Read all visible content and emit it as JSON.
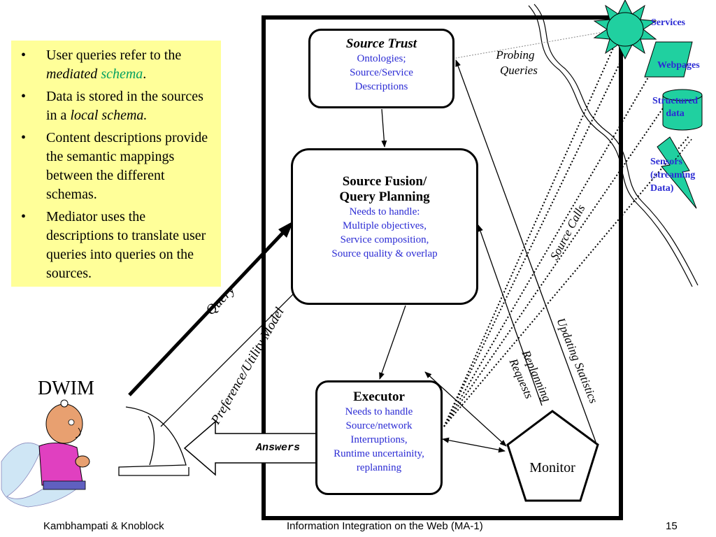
{
  "notes": {
    "b1_pre": "User queries refer to the",
    "b1_italic": "mediated",
    "b1_schema": "schema",
    "b1_post": ".",
    "b2_pre": "Data is stored in the sources in a",
    "b2_italic": "local schema.",
    "b3": "Content descriptions provide the semantic mappings between the different schemas.",
    "b4": "Mediator uses the descriptions to translate user queries into queries on the sources."
  },
  "source_trust": {
    "title": "Source Trust",
    "l1": "Ontologies;",
    "l2": "Source/Service",
    "l3": "Descriptions"
  },
  "fusion": {
    "title1": "Source Fusion/",
    "title2": "Query Planning",
    "l1": "Needs to handle:",
    "l2": "Multiple objectives,",
    "l3": "Service composition,",
    "l4": "Source quality & overlap"
  },
  "executor": {
    "title": "Executor",
    "l1": "Needs to handle",
    "l2": "Source/network",
    "l3": "Interruptions,",
    "l4": "Runtime uncertainity,",
    "l5": "replanning"
  },
  "monitor": {
    "label": "Monitor"
  },
  "labels": {
    "probing1": "Probing",
    "probing2": "Queries",
    "query": "Query",
    "preference": "Preference/Utility Model",
    "answers": "Answers",
    "replanning1": "Replanning",
    "replanning2": "Requests",
    "updating": "Updating Statistics",
    "source_calls": "Source Calls",
    "dwim": "DWIM"
  },
  "sources": {
    "services": "Services",
    "webpages": "Webpages",
    "structured1": "Structured",
    "structured2": "data",
    "sensors1": "Sensors",
    "sensors2": "(streaming",
    "sensors3": "Data)"
  },
  "footer": {
    "left": "Kambhampati & Knoblock",
    "center": "Information Integration on the Web (MA-1)",
    "page": "15"
  },
  "colors": {
    "note_bg": "#ffff99",
    "blue_text": "#2b2bd4",
    "source_fill": "#20d0a0",
    "schema_green": "#00a060",
    "person_pink": "#e040c0"
  }
}
